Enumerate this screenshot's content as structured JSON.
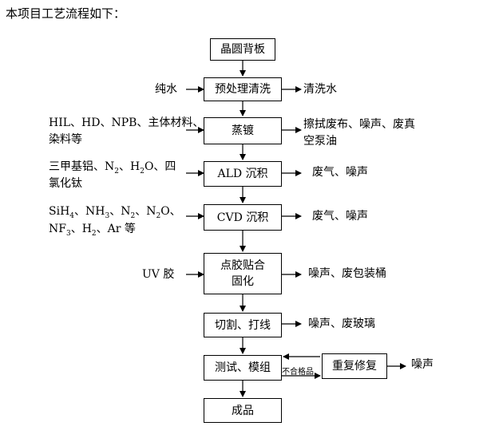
{
  "heading": "本项目工艺流程如下：",
  "steps": {
    "s1": "晶圆背板",
    "s2": "预处理清洗",
    "s3": "蒸镀",
    "s4": "ALD 沉积",
    "s5": "CVD 沉积",
    "s6_line1": "点胶贴合",
    "s6_line2": "固化",
    "s7": "切割、打线",
    "s8": "测试、模组",
    "s9": "成品",
    "repair": "重复修复"
  },
  "inputs": {
    "pure_water": "纯水",
    "evap_line1": "HIL、HD、NPB、主体材料、",
    "evap_line2": "染料等",
    "ald_line1_a": "三甲基铝、N",
    "ald_line1_b": "2",
    "ald_line1_c": "、H",
    "ald_line1_d": "2",
    "ald_line1_e": "O、四",
    "ald_line2": "氯化钛",
    "cvd_line1_a": "SiH",
    "cvd_line1_b": "4",
    "cvd_line1_c": "、NH",
    "cvd_line1_d": "3",
    "cvd_line1_e": "、N",
    "cvd_line1_f": "2",
    "cvd_line1_g": "、N",
    "cvd_line1_h": "2",
    "cvd_line1_i": "O、",
    "cvd_line2_a": "NF",
    "cvd_line2_b": "3",
    "cvd_line2_c": "、H",
    "cvd_line2_d": "2",
    "cvd_line2_e": "、Ar 等",
    "uv_glue": "UV 胶"
  },
  "outputs": {
    "clean_water": "清洗水",
    "evap_line1": "擦拭废布、噪声、废真",
    "evap_line2": "空泵油",
    "ald": "废气、噪声",
    "cvd": "废气、噪声",
    "glue": "噪声、废包装桶",
    "cut": "噪声、废玻璃",
    "repair": "噪声"
  },
  "labels": {
    "unqualified": "不合格品"
  }
}
